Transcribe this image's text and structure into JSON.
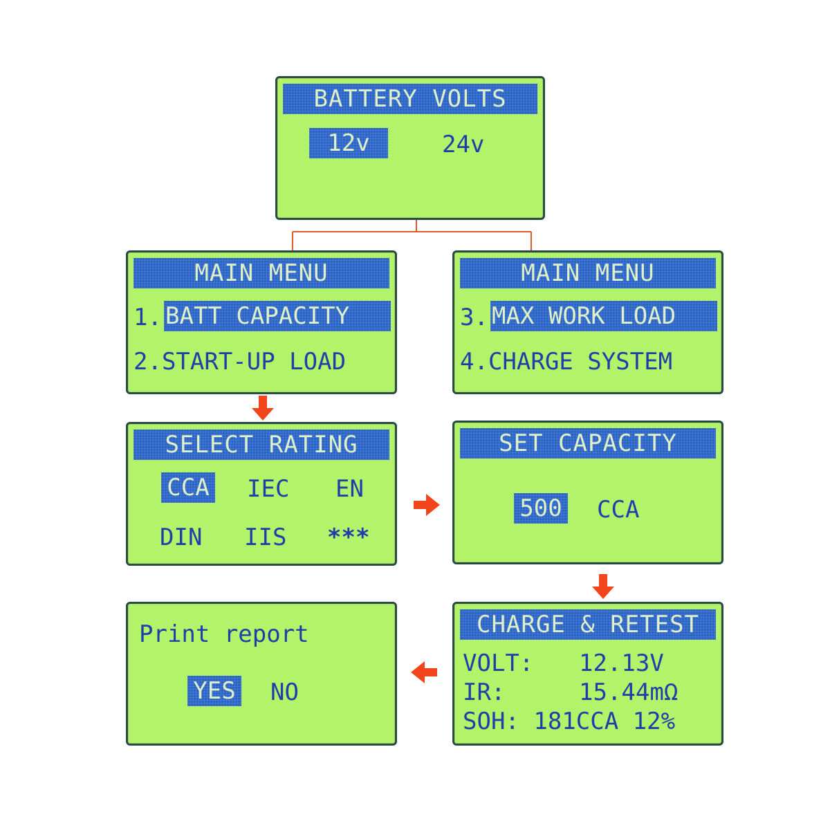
{
  "screens": {
    "battery_volts": {
      "title": "BATTERY VOLTS",
      "options": [
        "12v",
        "24v"
      ],
      "selected": "12v"
    },
    "main_menu_1": {
      "title": "MAIN MENU",
      "item1_num": "1.",
      "item1": "BATT CAPACITY",
      "item2": "2.START-UP LOAD"
    },
    "main_menu_2": {
      "title": "MAIN MENU",
      "item1_num": "3.",
      "item1": "MAX WORK LOAD",
      "item2": "4.CHARGE SYSTEM"
    },
    "select_rating": {
      "title": "SELECT RATING",
      "row1": [
        "CCA",
        "IEC",
        "EN"
      ],
      "row2": [
        "DIN",
        "IIS",
        "***"
      ],
      "selected": "CCA"
    },
    "set_capacity": {
      "title": "SET CAPACITY",
      "value": "500",
      "unit": "CCA"
    },
    "charge_retest": {
      "title": "CHARGE & RETEST",
      "volt_label": "VOLT:",
      "volt_value": "12.13V",
      "ir_label": "IR:",
      "ir_value": "15.44mΩ",
      "soh_line": "SOH: 181CCA 12%"
    },
    "print_report": {
      "title": "Print report",
      "yes": "YES",
      "no": "NO",
      "selected": "YES"
    }
  },
  "colors": {
    "lcd_bg": "#b3f36a",
    "highlight": "#2a64c7",
    "text": "#1f3fa8",
    "arrow": "#f2451c",
    "connector": "#e05a2a"
  }
}
